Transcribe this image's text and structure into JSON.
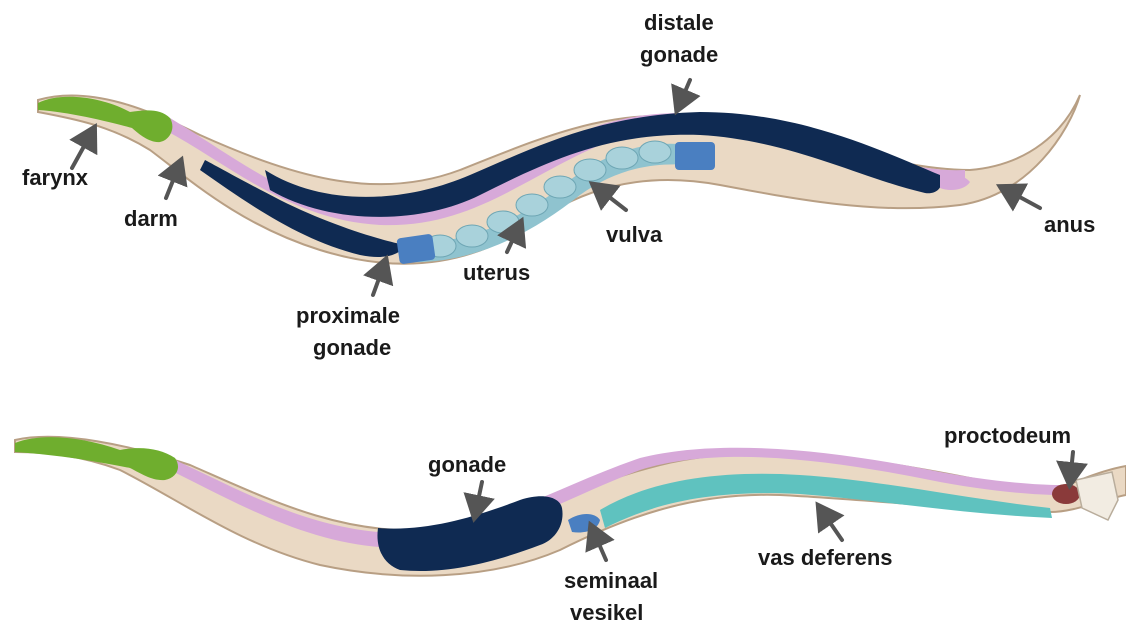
{
  "hermaphrodite": {
    "labels": {
      "farynx": "farynx",
      "darm": "darm",
      "distale_gonade_1": "distale",
      "distale_gonade_2": "gonade",
      "proximale_gonade_1": "proximale",
      "proximale_gonade_2": "gonade",
      "uterus": "uterus",
      "vulva": "vulva",
      "anus": "anus"
    }
  },
  "male": {
    "labels": {
      "gonade": "gonade",
      "seminaal_1": "seminaal",
      "seminaal_2": "vesikel",
      "vas_deferens": "vas deferens",
      "proctodeum": "proctodeum"
    }
  },
  "colors": {
    "body": "#ead9c4",
    "body_outline": "#b89f84",
    "pharynx": "#6fae2e",
    "intestine": "#d7a9d9",
    "gonad_dark": "#0f2a52",
    "uterus_eggs": "#8fc3cf",
    "seminal_vesicle": "#4a7fc1",
    "vas_deferens": "#5fc2bf",
    "proctodeum": "#8a3a3a"
  }
}
